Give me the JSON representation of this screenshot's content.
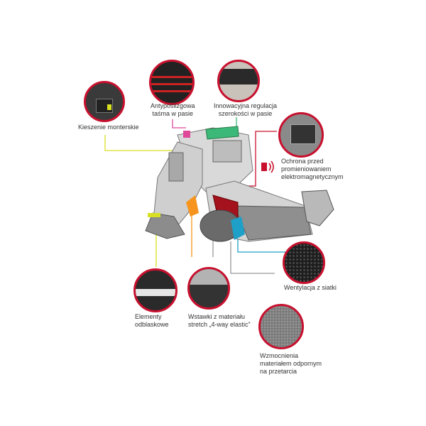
{
  "features": {
    "pockets": "Kieszenie monterskie",
    "antislip_line1": "Antypoślizgowa",
    "antislip_line2": "taśma w pasie",
    "waist_line1": "Innowacyjna regulacja",
    "waist_line2": "szerokości w pasie",
    "emf_line1": "Ochrona przed",
    "emf_line2": "promieniowaniem",
    "emf_line3": "elektromagnetycznym",
    "ventilation": "Wentylacja z siatki",
    "reflective_line1": "Elementy",
    "reflective_line2": "odblaskowe",
    "stretch_line1": "Wstawki z materiału",
    "stretch_line2": "stretch „4-way elastic”",
    "reinforce_line1": "Wzmocnienia",
    "reinforce_line2": "materiałem odpornym",
    "reinforce_line3": "na przetarcia"
  },
  "colors": {
    "ring": "#c8102e",
    "pants_grey": "#8c8c8c",
    "accent_yellow": "#d9e021",
    "accent_green": "#3cb878",
    "accent_pink": "#e0489a",
    "accent_blue": "#1fa0c8",
    "accent_orange": "#f7941d"
  },
  "icons": [
    "signal-icon"
  ]
}
